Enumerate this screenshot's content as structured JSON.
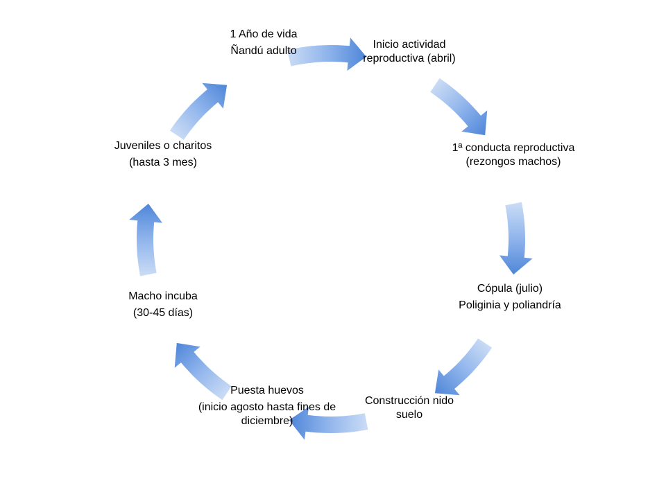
{
  "diagram": {
    "type": "cycle",
    "colors": {
      "arrow_light": "#c9dbf5",
      "arrow_mid": "#8fb4ec",
      "arrow_dark": "#4f86d8",
      "text": "#000000"
    },
    "nodes": [
      {
        "id": "n1",
        "lines": [
          "1 Año de vida",
          "Ñandú adulto"
        ]
      },
      {
        "id": "n2",
        "lines": [
          "Inicio actividad reproductiva (abril)"
        ]
      },
      {
        "id": "n3",
        "lines": [
          "1ª conducta reproductiva (rezongos machos)"
        ]
      },
      {
        "id": "n4",
        "lines": [
          "Cópula (julio)",
          "Poliginia y poliandría"
        ]
      },
      {
        "id": "n5",
        "lines": [
          "Construcción nido suelo"
        ]
      },
      {
        "id": "n6",
        "lines": [
          "Puesta huevos",
          "(inicio agosto hasta fines de diciembre)"
        ]
      },
      {
        "id": "n7",
        "lines": [
          "Macho incuba",
          "(30-45 días)"
        ]
      },
      {
        "id": "n8",
        "lines": [
          "Juveniles o charitos",
          "(hasta 3 mes)"
        ]
      }
    ],
    "arrows": [
      {
        "from": "n1",
        "to": "n2",
        "icon": "curved-arrow-icon"
      },
      {
        "from": "n2",
        "to": "n3",
        "icon": "curved-arrow-icon"
      },
      {
        "from": "n3",
        "to": "n4",
        "icon": "curved-arrow-icon"
      },
      {
        "from": "n4",
        "to": "n5",
        "icon": "curved-arrow-icon"
      },
      {
        "from": "n5",
        "to": "n6",
        "icon": "curved-arrow-icon"
      },
      {
        "from": "n6",
        "to": "n7",
        "icon": "curved-arrow-icon"
      },
      {
        "from": "n7",
        "to": "n8",
        "icon": "curved-arrow-icon"
      },
      {
        "from": "n8",
        "to": "n1",
        "icon": "curved-arrow-icon"
      }
    ]
  }
}
